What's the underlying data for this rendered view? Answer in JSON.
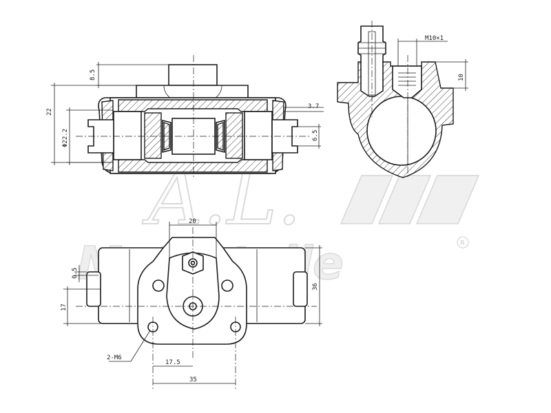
{
  "watermark": {
    "logo_letters": "A.L.",
    "brand": "Motorteile",
    "registered_mark": "R"
  },
  "dimensions": {
    "top_view": {
      "height_8_5": "8.5",
      "height_22": "22",
      "bore_dia": "Φ22.2",
      "offset_3_7": "3.7",
      "offset_6_5": "6.5"
    },
    "side_view": {
      "thread": "M10×1",
      "height_10": "10"
    },
    "front_view": {
      "width_20": "20",
      "offset_0_5": "0.5",
      "height_17": "17",
      "height_36": "36",
      "bolts": "2-M6",
      "width_17_5": "17.5",
      "width_35": "35"
    }
  }
}
